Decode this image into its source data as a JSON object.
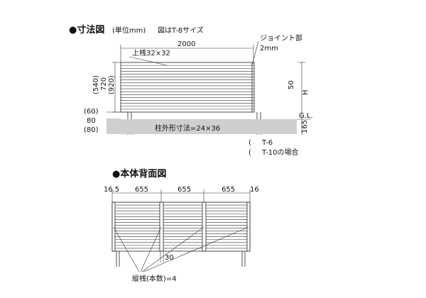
{
  "top": {
    "heading": "●寸法図",
    "units": "(単位mm)",
    "size_note": "図はT-8サイズ",
    "top_rail_label": "上桟32×32",
    "width_dim": "2000",
    "joint_label": "ジョイント部",
    "joint_value": "2mm",
    "height_dims": [
      "(540)",
      "720",
      "(920)"
    ],
    "lower_dims": [
      "(60)",
      "80",
      "(80)"
    ],
    "slat_pitch": "50",
    "height_symbol": "H",
    "ground_label": "G.L.",
    "burial_depth": "165",
    "post_label": "柱外形寸法=24×36",
    "variant_labels": [
      "T-6",
      "T-10の場合"
    ],
    "paren_glyph": "("
  },
  "back": {
    "heading": "●本体背面図",
    "dims": [
      "16.5",
      "655",
      "655",
      "655",
      "16"
    ],
    "gap_dim": "30",
    "vertical_count_label": "縦桟(本数)=4"
  }
}
